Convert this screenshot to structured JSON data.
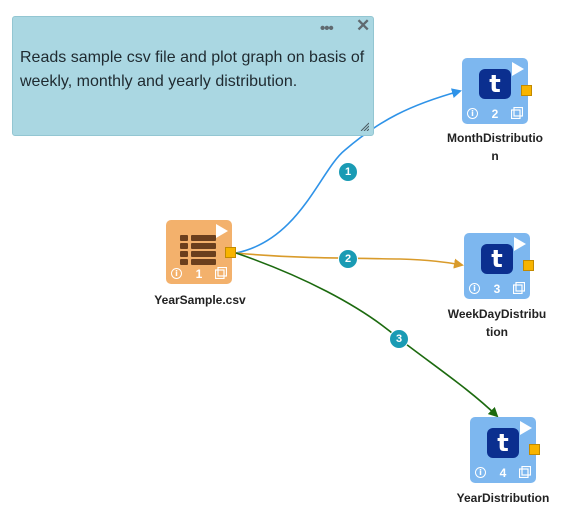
{
  "note": {
    "text": "Reads sample csv file and plot graph on basis of weekly, monthly and yearly distribution.",
    "more_icon": "more-dots-icon",
    "close_icon": "close-icon",
    "resize_icon": "resize-handle-icon"
  },
  "colors": {
    "note_bg": "#aad7e2",
    "source_node": "#f3b16c",
    "target_node": "#7db7ef",
    "port": "#f8b400",
    "badge": "#1a9bb4",
    "edge_1": "#2f93e8",
    "edge_2": "#d99b2b",
    "edge_3": "#1c6a0f"
  },
  "nodes": {
    "source": {
      "label": "YearSample.csv",
      "index": "1",
      "icon": "table-icon"
    },
    "month": {
      "label_line1": "MonthDistributio",
      "label_line2": "n",
      "index": "2",
      "icon": "t-icon"
    },
    "week": {
      "label_line1": "WeekDayDistribu",
      "label_line2": "tion",
      "index": "3",
      "icon": "t-icon"
    },
    "year": {
      "label": "YearDistribution",
      "index": "4",
      "icon": "t-icon"
    }
  },
  "edges": [
    {
      "badge": "1",
      "from": "YearSample.csv",
      "to": "MonthDistribution"
    },
    {
      "badge": "2",
      "from": "YearSample.csv",
      "to": "WeekDayDistribution"
    },
    {
      "badge": "3",
      "from": "YearSample.csv",
      "to": "YearDistribution"
    }
  ]
}
